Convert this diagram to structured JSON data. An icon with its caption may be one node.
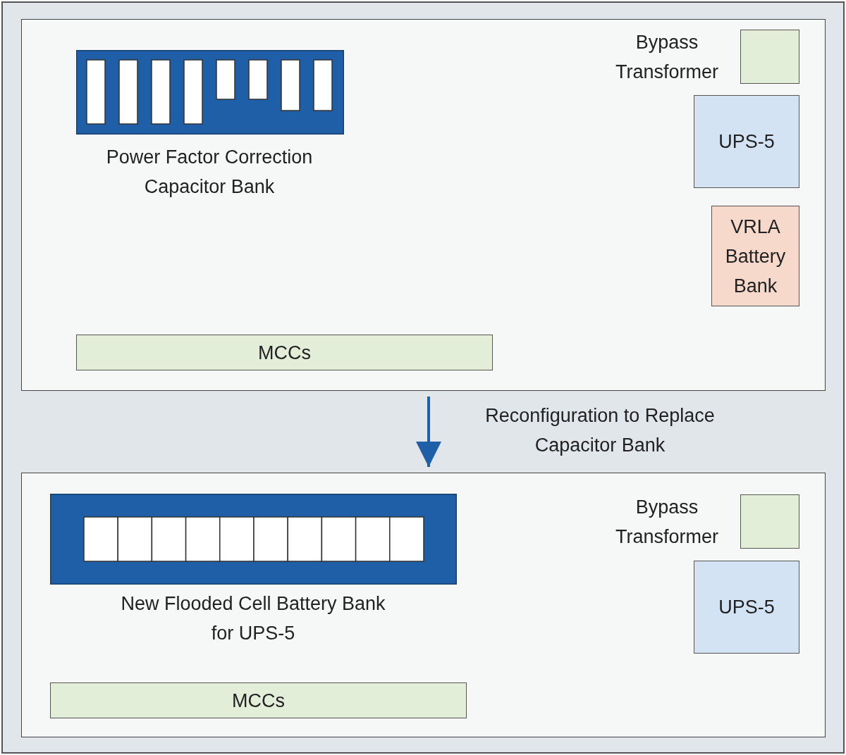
{
  "diagram": {
    "nodes": [
      {
        "text": [],
        "shape": "box"
      },
      {
        "text": [
          "Power Factor Correction Capacitor Bank"
        ],
        "in": 0
      },
      {
        "text": [
          "Bypass Transformer"
        ],
        "in": 0
      },
      {
        "text": [
          "UPS-5"
        ],
        "in": 0
      },
      {
        "text": [
          "VRLA Battery Bank"
        ],
        "in": 0
      },
      {
        "text": [
          "MCCs"
        ],
        "in": 0
      },
      {
        "text": [],
        "shape": "box"
      },
      {
        "text": [
          "New Flooded Cell Battery Bank for UPS-5"
        ],
        "in": 6
      },
      {
        "text": [
          "Bypass Transformer"
        ],
        "in": 6
      },
      {
        "text": [
          "UPS-5"
        ],
        "in": 6
      },
      {
        "text": [
          "MCCs"
        ],
        "in": 6
      }
    ],
    "edges": [
      {
        "from": 0,
        "to": 6,
        "arrow": "to",
        "label": "Reconfiguration to Replace Capacitor Bank"
      }
    ]
  }
}
